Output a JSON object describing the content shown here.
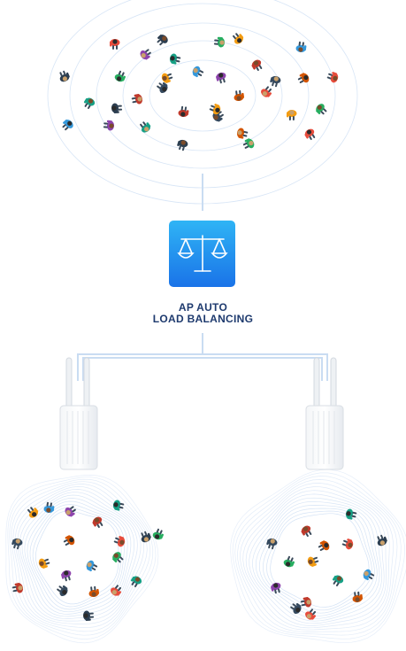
{
  "diagram": {
    "label_line1": "AP AUTO",
    "label_line2": "LOAD BALANCING",
    "icon": "balance-scale-icon",
    "colors": {
      "badge_top": "#2fb4f5",
      "badge_bottom": "#1a73e8",
      "label": "#1e3a6e",
      "connector": "#c9dcf2",
      "rings": "#b7cfee"
    },
    "access_points": [
      {
        "name": "access-point-left",
        "icon": "access-point-icon"
      },
      {
        "name": "access-point-right",
        "icon": "access-point-icon"
      }
    ],
    "crowds": [
      {
        "name": "crowd-top",
        "icon": "person-icon"
      },
      {
        "name": "crowd-bottom-left",
        "icon": "person-icon"
      },
      {
        "name": "crowd-bottom-right",
        "icon": "person-icon"
      }
    ]
  }
}
